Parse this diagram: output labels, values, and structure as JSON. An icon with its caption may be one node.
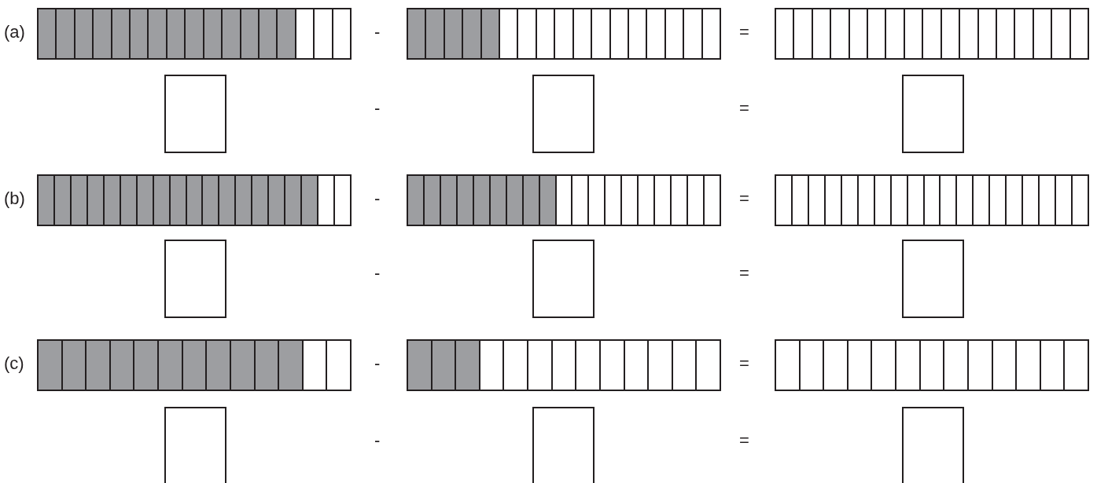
{
  "diagram": {
    "nodes": [
      {
        "text": [],
        "shape": "bar"
      },
      {
        "text": [],
        "shape": "shaded",
        "in": 0
      },
      {
        "text": [],
        "shape": "shaded",
        "in": 0
      },
      {
        "text": [],
        "shape": "shaded",
        "in": 0
      },
      {
        "text": [],
        "shape": "shaded",
        "in": 0
      },
      {
        "text": [],
        "shape": "shaded",
        "in": 0
      },
      {
        "text": [],
        "shape": "shaded",
        "in": 0
      },
      {
        "text": [],
        "shape": "shaded",
        "in": 0
      },
      {
        "text": [],
        "shape": "shaded",
        "in": 0
      },
      {
        "text": [],
        "shape": "shaded",
        "in": 0
      },
      {
        "text": [],
        "shape": "shaded",
        "in": 0
      },
      {
        "text": [],
        "shape": "shaded",
        "in": 0
      },
      {
        "text": [],
        "shape": "shaded",
        "in": 0
      },
      {
        "text": [],
        "shape": "shaded",
        "in": 0
      },
      {
        "text": [],
        "shape": "shaded",
        "in": 0
      },
      {
        "text": [],
        "shape": "box",
        "in": 0
      },
      {
        "text": [],
        "shape": "box",
        "in": 0
      },
      {
        "text": [],
        "shape": "box",
        "in": 0
      },
      {
        "text": [],
        "shape": "bar"
      },
      {
        "text": [],
        "shape": "shaded",
        "in": 18
      },
      {
        "text": [],
        "shape": "shaded",
        "in": 18
      },
      {
        "text": [],
        "shape": "shaded",
        "in": 18
      },
      {
        "text": [],
        "shape": "shaded",
        "in": 18
      },
      {
        "text": [],
        "shape": "shaded",
        "in": 18
      },
      {
        "text": [],
        "shape": "box",
        "in": 18
      },
      {
        "text": [],
        "shape": "box",
        "in": 18
      },
      {
        "text": [],
        "shape": "box",
        "in": 18
      },
      {
        "text": [],
        "shape": "box",
        "in": 18
      },
      {
        "text": [],
        "shape": "box",
        "in": 18
      },
      {
        "text": [],
        "shape": "box",
        "in": 18
      },
      {
        "text": [],
        "shape": "box",
        "in": 18
      },
      {
        "text": [],
        "shape": "box",
        "in": 18
      },
      {
        "text": [],
        "shape": "box",
        "in": 18
      },
      {
        "text": [],
        "shape": "box",
        "in": 18
      },
      {
        "text": [],
        "shape": "box",
        "in": 18
      },
      {
        "text": [],
        "shape": "box",
        "in": 18
      },
      {
        "text": [],
        "shape": "bar"
      },
      {
        "text": [],
        "shape": "box",
        "in": 36
      },
      {
        "text": [],
        "shape": "box",
        "in": 36
      },
      {
        "text": [],
        "shape": "box",
        "in": 36
      },
      {
        "text": [],
        "shape": "box",
        "in": 36
      },
      {
        "text": [],
        "shape": "box",
        "in": 36
      },
      {
        "text": [],
        "shape": "box",
        "in": 36
      },
      {
        "text": [],
        "shape": "box",
        "in": 36
      },
      {
        "text": [],
        "shape": "box",
        "in": 36
      },
      {
        "text": [],
        "shape": "box",
        "in": 36
      },
      {
        "text": [],
        "shape": "box",
        "in": 36
      },
      {
        "text": [],
        "shape": "box",
        "in": 36
      },
      {
        "text": [],
        "shape": "box",
        "in": 36
      },
      {
        "text": [],
        "shape": "box",
        "in": 36
      },
      {
        "text": [],
        "shape": "box",
        "in": 36
      },
      {
        "text": [],
        "shape": "box",
        "in": 36
      },
      {
        "text": [],
        "shape": "box",
        "in": 36
      },
      {
        "text": [],
        "shape": "box",
        "in": 36
      },
      {
        "text": [],
        "shape": "box"
      },
      {
        "text": [],
        "shape": "box"
      },
      {
        "text": [],
        "shape": "box"
      },
      {
        "text": [],
        "shape": "bar"
      },
      {
        "text": [],
        "shape": "shaded",
        "in": 57
      },
      {
        "text": [],
        "shape": "shaded",
        "in": 57
      },
      {
        "text": [],
        "shape": "shaded",
        "in": 57
      },
      {
        "text": [],
        "shape": "shaded",
        "in": 57
      },
      {
        "text": [],
        "shape": "shaded",
        "in": 57
      },
      {
        "text": [],
        "shape": "shaded",
        "in": 57
      },
      {
        "text": [],
        "shape": "shaded",
        "in": 57
      },
      {
        "text": [],
        "shape": "shaded",
        "in": 57
      },
      {
        "text": [],
        "shape": "shaded",
        "in": 57
      },
      {
        "text": [],
        "shape": "shaded",
        "in": 57
      },
      {
        "text": [],
        "shape": "shaded",
        "in": 57
      },
      {
        "text": [],
        "shape": "shaded",
        "in": 57
      },
      {
        "text": [],
        "shape": "shaded",
        "in": 57
      },
      {
        "text": [],
        "shape": "shaded",
        "in": 57
      },
      {
        "text": [],
        "shape": "shaded",
        "in": 57
      },
      {
        "text": [],
        "shape": "shaded",
        "in": 57
      },
      {
        "text": [],
        "shape": "shaded",
        "in": 57
      },
      {
        "text": [],
        "shape": "box",
        "in": 57
      },
      {
        "text": [],
        "shape": "box",
        "in": 57
      },
      {
        "text": [],
        "shape": "bar"
      },
      {
        "text": [],
        "shape": "shaded",
        "in": 77
      },
      {
        "text": [],
        "shape": "shaded",
        "in": 77
      },
      {
        "text": [],
        "shape": "shaded",
        "in": 77
      },
      {
        "text": [],
        "shape": "shaded",
        "in": 77
      },
      {
        "text": [],
        "shape": "shaded",
        "in": 77
      },
      {
        "text": [],
        "shape": "shaded",
        "in": 77
      },
      {
        "text": [],
        "shape": "shaded",
        "in": 77
      },
      {
        "text": [],
        "shape": "shaded",
        "in": 77
      },
      {
        "text": [],
        "shape": "shaded",
        "in": 77
      },
      {
        "text": [],
        "shape": "box",
        "in": 77
      },
      {
        "text": [],
        "shape": "box",
        "in": 77
      },
      {
        "text": [],
        "shape": "box",
        "in": 77
      },
      {
        "text": [],
        "shape": "box",
        "in": 77
      },
      {
        "text": [],
        "shape": "box",
        "in": 77
      },
      {
        "text": [],
        "shape": "box",
        "in": 77
      },
      {
        "text": [],
        "shape": "box",
        "in": 77
      },
      {
        "text": [],
        "shape": "box",
        "in": 77
      },
      {
        "text": [],
        "shape": "box",
        "in": 77
      },
      {
        "text": [],
        "shape": "box",
        "in": 77
      },
      {
        "text": [],
        "shape": "bar"
      },
      {
        "text": [],
        "shape": "box",
        "in": 97
      },
      {
        "text": [],
        "shape": "box",
        "in": 97
      },
      {
        "text": [],
        "shape": "box",
        "in": 97
      },
      {
        "text": [],
        "shape": "box",
        "in": 97
      },
      {
        "text": [],
        "shape": "box",
        "in": 97
      },
      {
        "text": [],
        "shape": "box",
        "in": 97
      },
      {
        "text": [],
        "shape": "box",
        "in": 97
      },
      {
        "text": [],
        "shape": "box",
        "in": 97
      },
      {
        "text": [],
        "shape": "box",
        "in": 97
      },
      {
        "text": [],
        "shape": "box",
        "in": 97
      },
      {
        "text": [],
        "shape": "box",
        "in": 97
      },
      {
        "text": [],
        "shape": "box",
        "in": 97
      },
      {
        "text": [],
        "shape": "box",
        "in": 97
      },
      {
        "text": [],
        "shape": "box",
        "in": 97
      },
      {
        "text": [],
        "shape": "box",
        "in": 97
      },
      {
        "text": [],
        "shape": "box",
        "in": 97
      },
      {
        "text": [],
        "shape": "box",
        "in": 97
      },
      {
        "text": [],
        "shape": "box",
        "in": 97
      },
      {
        "text": [],
        "shape": "box",
        "in": 97
      },
      {
        "text": [],
        "shape": "box"
      },
      {
        "text": [],
        "shape": "box"
      },
      {
        "text": [],
        "shape": "box"
      },
      {
        "text": [],
        "shape": "bar"
      },
      {
        "text": [],
        "shape": "shaded",
        "in": 120
      },
      {
        "text": [],
        "shape": "shaded",
        "in": 120
      },
      {
        "text": [],
        "shape": "shaded",
        "in": 120
      },
      {
        "text": [],
        "shape": "shaded",
        "in": 120
      },
      {
        "text": [],
        "shape": "shaded",
        "in": 120
      },
      {
        "text": [],
        "shape": "shaded",
        "in": 120
      },
      {
        "text": [],
        "shape": "shaded",
        "in": 120
      },
      {
        "text": [],
        "shape": "shaded",
        "in": 120
      },
      {
        "text": [],
        "shape": "shaded",
        "in": 120
      },
      {
        "text": [],
        "shape": "shaded",
        "in": 120
      },
      {
        "text": [],
        "shape": "shaded",
        "in": 120
      },
      {
        "text": [],
        "shape": "box",
        "in": 120
      },
      {
        "text": [],
        "shape": "box",
        "in": 120
      },
      {
        "text": [],
        "shape": "bar"
      },
      {
        "text": [],
        "shape": "shaded",
        "in": 134
      },
      {
        "text": [],
        "shape": "shaded",
        "in": 134
      },
      {
        "text": [],
        "shape": "shaded",
        "in": 134
      },
      {
        "text": [],
        "shape": "box",
        "in": 134
      },
      {
        "text": [],
        "shape": "box",
        "in": 134
      },
      {
        "text": [],
        "shape": "box",
        "in": 134
      },
      {
        "text": [],
        "shape": "box",
        "in": 134
      },
      {
        "text": [],
        "shape": "box",
        "in": 134
      },
      {
        "text": [],
        "shape": "box",
        "in": 134
      },
      {
        "text": [],
        "shape": "box",
        "in": 134
      },
      {
        "text": [],
        "shape": "box",
        "in": 134
      },
      {
        "text": [],
        "shape": "box",
        "in": 134
      },
      {
        "text": [],
        "shape": "box",
        "in": 134
      },
      {
        "text": [],
        "shape": "bar"
      },
      {
        "text": [],
        "shape": "box",
        "in": 148
      },
      {
        "text": [],
        "shape": "box",
        "in": 148
      },
      {
        "text": [],
        "shape": "box",
        "in": 148
      },
      {
        "text": [],
        "shape": "box",
        "in": 148
      },
      {
        "text": [],
        "shape": "box",
        "in": 148
      },
      {
        "text": [],
        "shape": "box",
        "in": 148
      },
      {
        "text": [],
        "shape": "box",
        "in": 148
      },
      {
        "text": [],
        "shape": "box",
        "in": 148
      },
      {
        "text": [],
        "shape": "box",
        "in": 148
      },
      {
        "text": [],
        "shape": "box",
        "in": 148
      },
      {
        "text": [],
        "shape": "box",
        "in": 148
      },
      {
        "text": [],
        "shape": "box",
        "in": 148
      },
      {
        "text": [],
        "shape": "box",
        "in": 148
      },
      {
        "text": [],
        "shape": "box"
      },
      {
        "text": [],
        "shape": "box"
      },
      {
        "text": [],
        "shape": "box"
      }
    ],
    "labels": [
      "(a)",
      "-",
      "=",
      "-",
      "=",
      "(b)",
      "-",
      "=",
      "-",
      "=",
      "(c)",
      "-",
      "=",
      "-",
      "="
    ]
  }
}
